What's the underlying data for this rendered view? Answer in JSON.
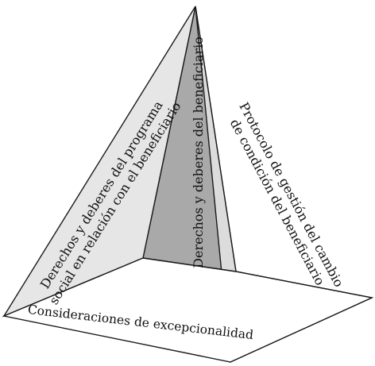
{
  "diagram": {
    "faces": {
      "left": {
        "line1": "Derechos y deberes del programa",
        "line2": "social en relación con el beneficiario",
        "fill": "#e6e6e6"
      },
      "back": {
        "line1": "Derechos y deberes del beneficiario",
        "fill": "#a9a9a9"
      },
      "right": {
        "line1": "Protocolo de gestión del cambio",
        "line2": "de condición del beneficiario",
        "fill": "#dcdcdc"
      },
      "base": {
        "line1": "Consideraciones de excepcionalidad",
        "fill": "#ffffff"
      }
    }
  }
}
